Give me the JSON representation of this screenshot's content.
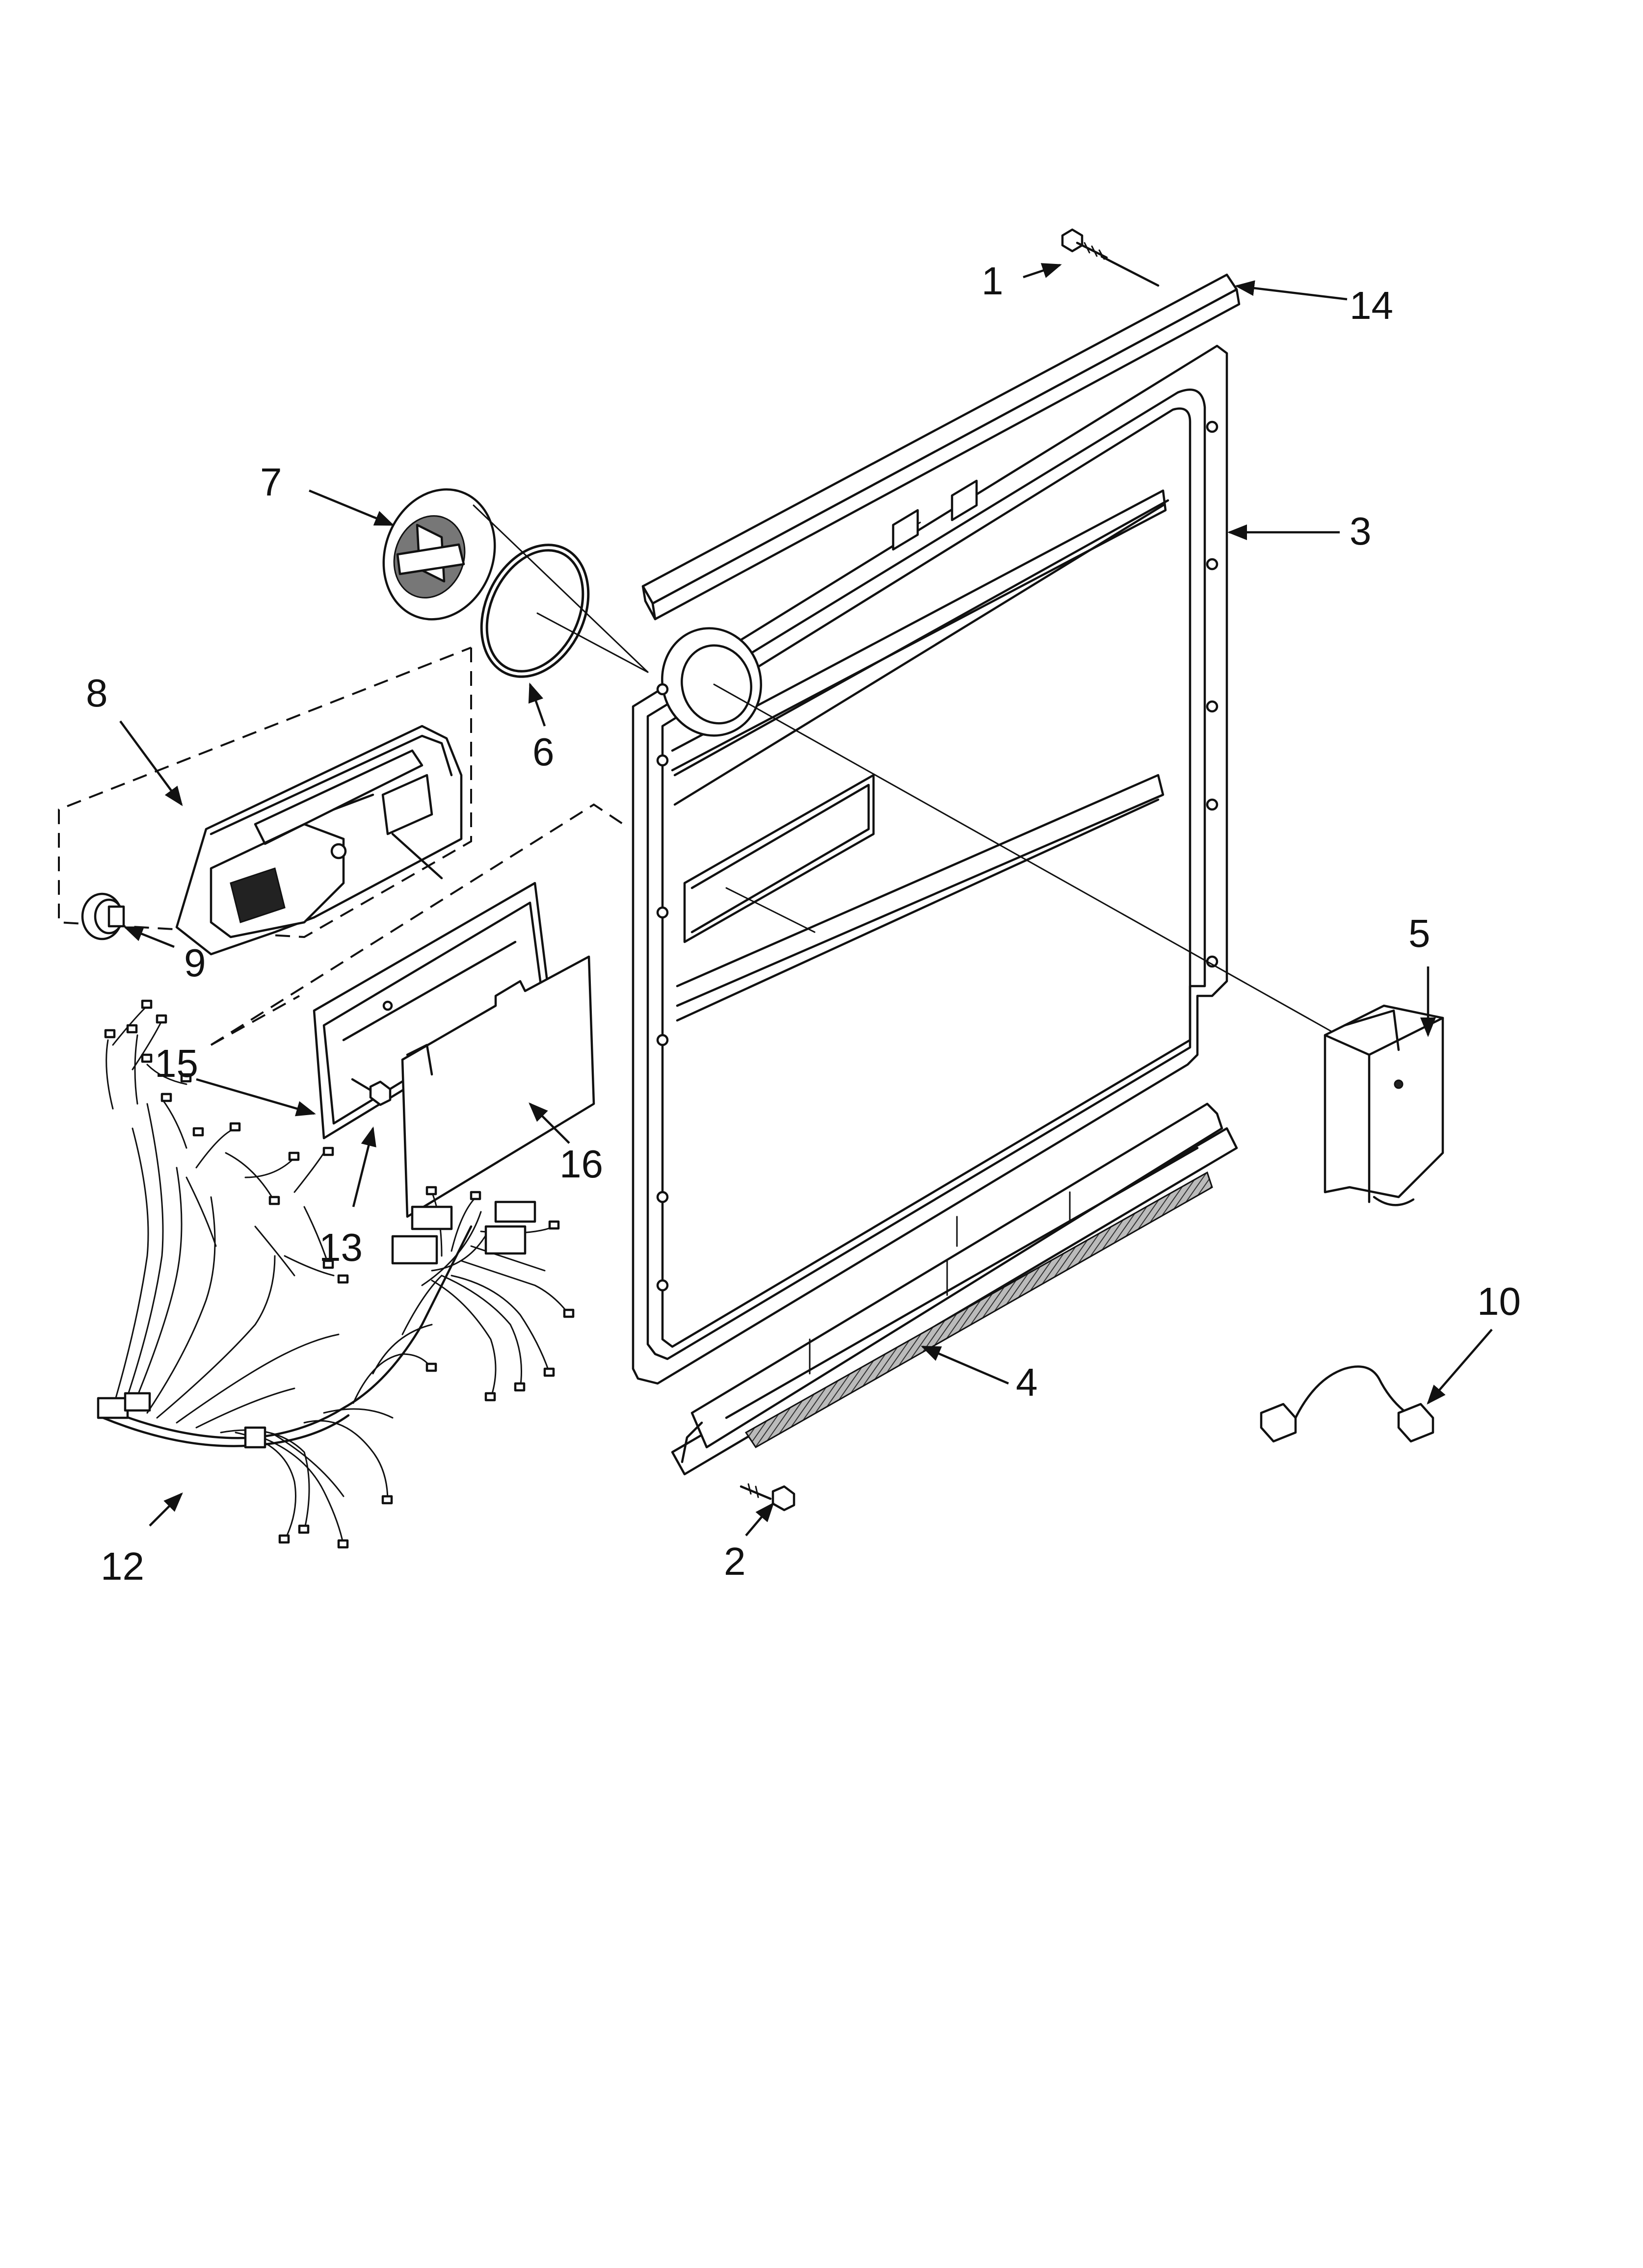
{
  "callouts": {
    "c1": "1",
    "c2": "2",
    "c3": "3",
    "c4": "4",
    "c5": "5",
    "c6": "6",
    "c7": "7",
    "c8": "8",
    "c9": "9",
    "c10": "10",
    "c12": "12",
    "c13": "13",
    "c14": "14",
    "c15": "15",
    "c16": "16"
  }
}
